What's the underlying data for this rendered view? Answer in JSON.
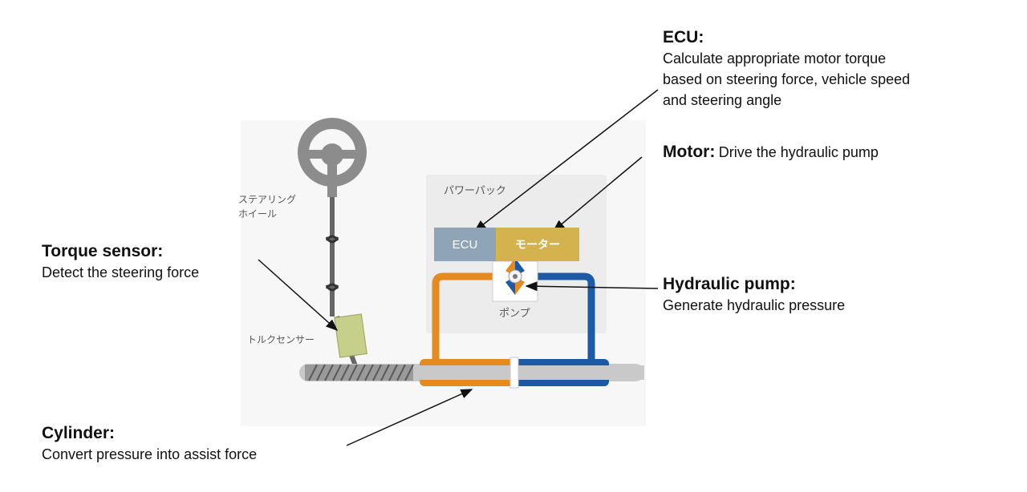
{
  "labels_jp": {
    "steering_wheel_line1": "ステアリング",
    "steering_wheel_line2": "ホイール",
    "torque_sensor": "トルクセンサー",
    "power_pack": "パワーパック",
    "ecu_block": "ECU",
    "motor_block": "モーター",
    "pump": "ポンプ"
  },
  "annotations": {
    "ecu": {
      "title": "ECU:",
      "line1": "Calculate appropriate motor torque",
      "line2": "based on steering force, vehicle speed",
      "line3": "and steering angle"
    },
    "motor": {
      "title": "Motor:",
      "desc": "Drive the hydraulic pump"
    },
    "hydraulic_pump": {
      "title": "Hydraulic pump:",
      "desc": "Generate hydraulic pressure"
    },
    "torque_sensor": {
      "title": "Torque sensor:",
      "desc": "Detect the steering force"
    },
    "cylinder": {
      "title": "Cylinder:",
      "desc": "Convert pressure into assist force"
    }
  },
  "colors": {
    "ecu_block": "#8fa4b7",
    "motor_block": "#d4b24e",
    "hydraulic_orange": "#e48a1f",
    "hydraulic_blue": "#1d5aa6",
    "torque_sensor": "#c6d08a",
    "steering_wheel": "#8c8c8c"
  }
}
